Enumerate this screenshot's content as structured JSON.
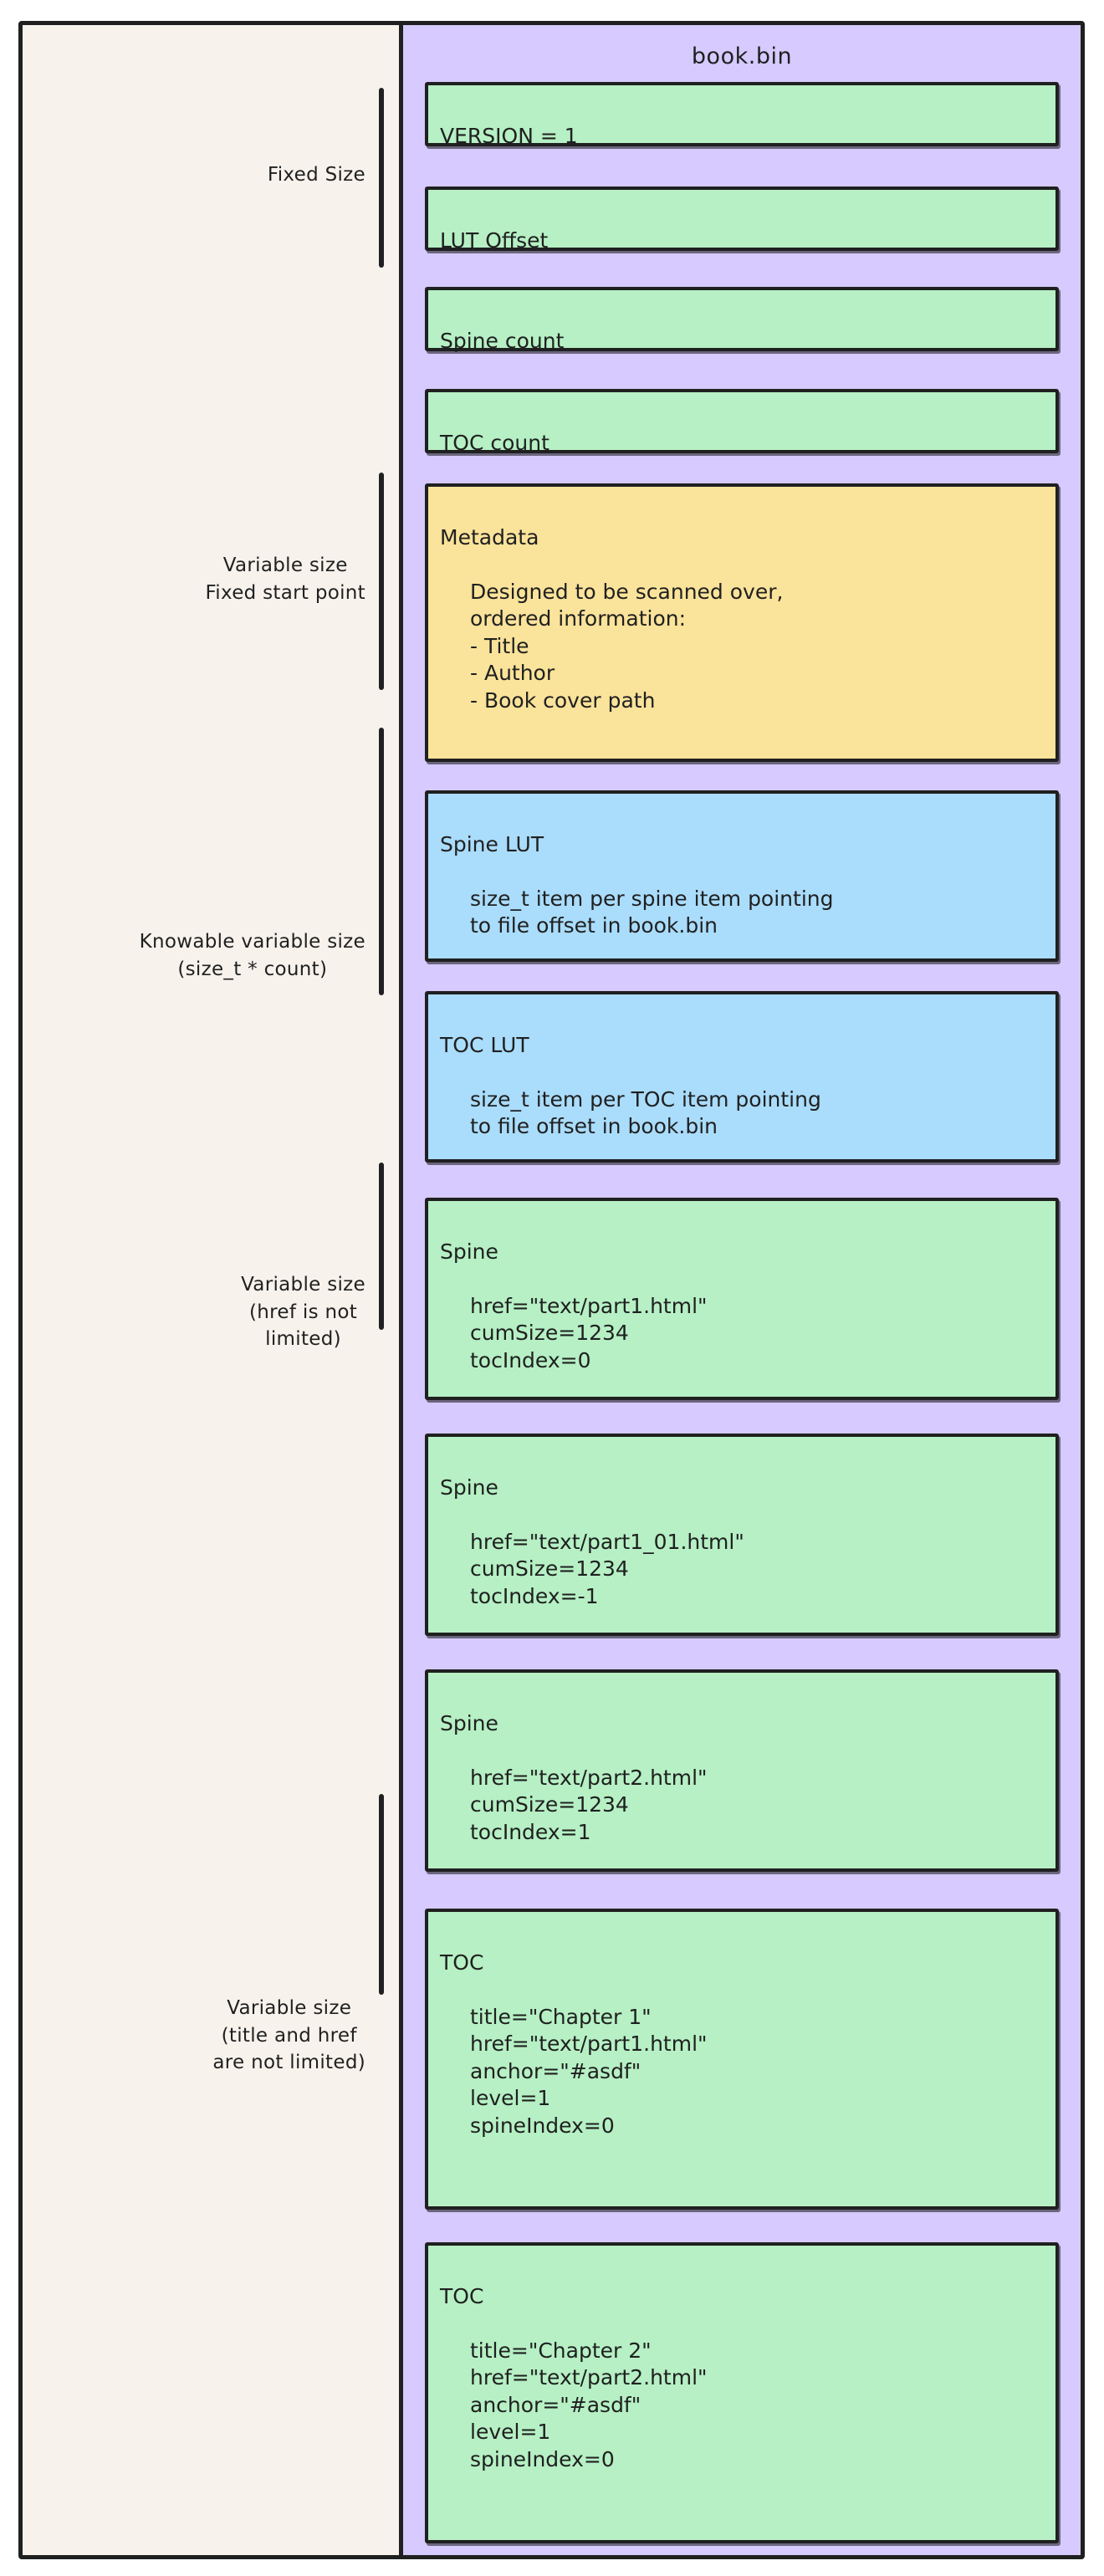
{
  "file": {
    "name": "book.bin"
  },
  "colors": {
    "page_background": "#ffffff",
    "left_panel": "#f8f2ec",
    "file_panel": "#d6caff",
    "stroke": "#1f2020",
    "green_block": "#b6f0c4",
    "yellow_block": "#fae39a",
    "blue_block": "#aadcfb"
  },
  "annotations": [
    {
      "id": "fixed-size",
      "text": "Fixed Size"
    },
    {
      "id": "variable-size-fixed-start",
      "text": "Variable size\nFixed start point"
    },
    {
      "id": "knowable-variable-size",
      "text": "Knowable variable size\n(size_t * count)"
    },
    {
      "id": "variable-size-href",
      "text": "Variable size\n(href is not\nlimited)"
    },
    {
      "id": "variable-size-title-href",
      "text": "Variable size\n(title and href\nare not limited)"
    }
  ],
  "blocks": [
    {
      "id": "version",
      "color": "green",
      "title": "VERSION = 1",
      "body": ""
    },
    {
      "id": "lut-offset",
      "color": "green",
      "title": "LUT Offset",
      "body": ""
    },
    {
      "id": "spine-count",
      "color": "green",
      "title": "Spine count",
      "body": ""
    },
    {
      "id": "toc-count",
      "color": "green",
      "title": "TOC count",
      "body": ""
    },
    {
      "id": "metadata",
      "color": "yellow",
      "title": "Metadata",
      "body": "Designed to be scanned over,\nordered information:\n   - Title\n   - Author\n   - Book cover path"
    },
    {
      "id": "spine-lut",
      "color": "blue",
      "title": "Spine LUT",
      "body": "size_t item per spine item pointing\nto file offset in book.bin"
    },
    {
      "id": "toc-lut",
      "color": "blue",
      "title": "TOC LUT",
      "body": "size_t item per TOC item pointing\nto file offset in book.bin"
    },
    {
      "id": "spine-1",
      "color": "green",
      "title": "Spine",
      "body": "href=\"text/part1.html\"\ncumSize=1234\ntocIndex=0"
    },
    {
      "id": "spine-2",
      "color": "green",
      "title": "Spine",
      "body": "href=\"text/part1_01.html\"\ncumSize=1234\ntocIndex=-1"
    },
    {
      "id": "spine-3",
      "color": "green",
      "title": "Spine",
      "body": "href=\"text/part2.html\"\ncumSize=1234\ntocIndex=1"
    },
    {
      "id": "toc-1",
      "color": "green",
      "title": "TOC",
      "body": "title=\"Chapter 1\"\nhref=\"text/part1.html\"\nanchor=\"#asdf\"\nlevel=1\nspineIndex=0"
    },
    {
      "id": "toc-2",
      "color": "green",
      "title": "TOC",
      "body": "title=\"Chapter 2\"\nhref=\"text/part2.html\"\nanchor=\"#asdf\"\nlevel=1\nspineIndex=0"
    }
  ]
}
